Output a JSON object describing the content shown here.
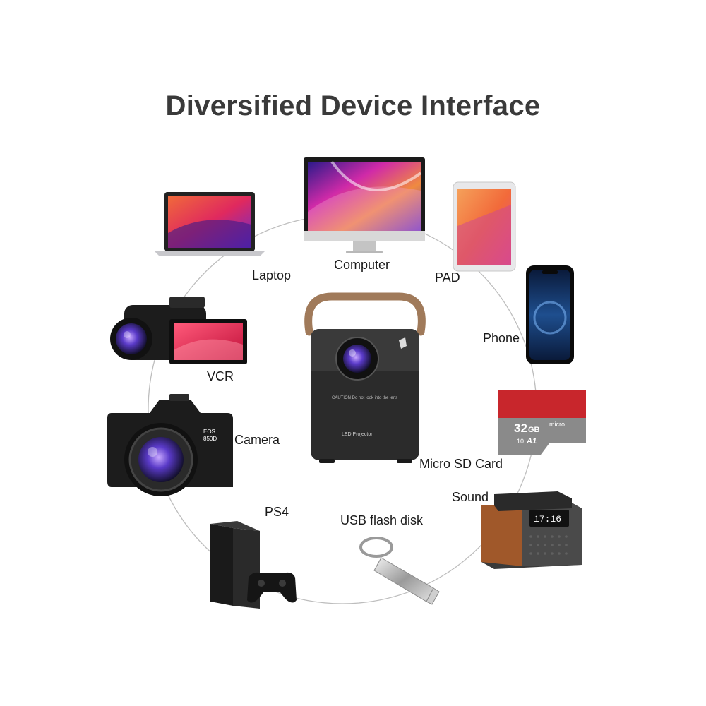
{
  "title": "Diversified Device Interface",
  "center_device": {
    "caution_text": "CAUTION Do not look into the lens",
    "model_text": "LED Projector"
  },
  "devices": [
    {
      "label": "Computer"
    },
    {
      "label": "PAD"
    },
    {
      "label": "Phone"
    },
    {
      "label": "Micro SD Card"
    },
    {
      "label": "Sound"
    },
    {
      "label": "USB flash disk"
    },
    {
      "label": "PS4"
    },
    {
      "label": "Camera"
    },
    {
      "label": "VCR"
    },
    {
      "label": "Laptop"
    }
  ],
  "sd_card": {
    "capacity": "32",
    "unit": "GB",
    "brand": "micro",
    "class": "10",
    "grade": "A1"
  },
  "camera_text": {
    "line1": "EOS",
    "line2": "850D"
  },
  "clock_text": "17:16",
  "colors": {
    "title": "#3a3a3a",
    "line": "#b9b9b9",
    "projector": "#2b2b2b",
    "strap": "#a07a5a",
    "sd_red": "#c8262c"
  }
}
